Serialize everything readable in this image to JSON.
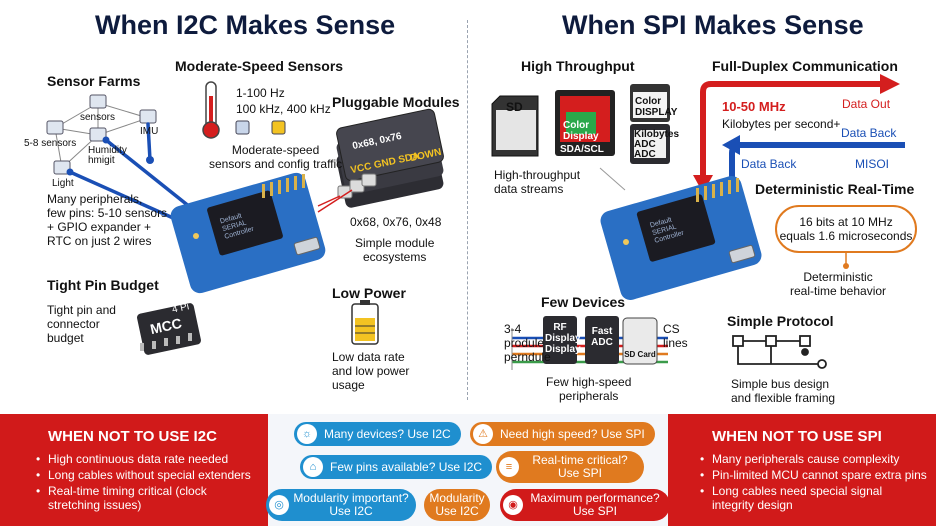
{
  "titles": {
    "left": "When I2C Makes Sense",
    "right": "When SPI Makes Sense"
  },
  "i2c": {
    "sensor_farms": {
      "heading": "Sensor Farms",
      "labels": [
        "sensors",
        "IMU",
        "5-8 sensors",
        "Humidity",
        "hmigit",
        "Light"
      ],
      "desc": [
        "Many peripherals,",
        "few pins: 5-10 sensors",
        "+ GPIO expander +",
        "RTC on just 2 wires"
      ]
    },
    "moderate": {
      "heading": "Moderate-Speed Sensors",
      "freq1": "1-100 Hz",
      "freq2": "100 kHz, 400 kHz",
      "desc": [
        "Moderate-speed",
        "sensors and config traffic"
      ]
    },
    "pluggable": {
      "heading": "Pluggable Modules",
      "card_labels": [
        "0x68, 0x76",
        "VCC GND SDA",
        "DOWN"
      ],
      "addresses": "0x68, 0x76, 0x48",
      "desc": [
        "Simple module",
        "ecosystems"
      ]
    },
    "tight_pin": {
      "heading": "Tight Pin Budget",
      "desc": [
        "Tight pin and",
        "connector",
        "budget"
      ],
      "chip_label": "MCC",
      "chip_pins": "4 Pi"
    },
    "low_power": {
      "heading": "Low Power",
      "desc": [
        "Low data rate",
        "and low power",
        "usage"
      ]
    }
  },
  "spi": {
    "throughput": {
      "heading": "High Throughput",
      "sd": "SD",
      "color_display": [
        "Color",
        "Display"
      ],
      "sda_scl": "SDA/SCL",
      "color_display2": [
        "Color",
        "DISPLAY"
      ],
      "kilobytes_adc": [
        "Kilobytes",
        "ADC",
        "ADC"
      ],
      "desc": [
        "High-throughput",
        "data streams"
      ]
    },
    "duplex": {
      "heading": "Full-Duplex Communication",
      "speed": "10-50 MHz",
      "kbps": "Kilobytes per second+",
      "data_out": "Data Out",
      "data_back1": "Data Back",
      "data_back2": "Data Back",
      "miso": "MISOI"
    },
    "deterministic": {
      "heading": "Deterministic Real-Time",
      "bubble": [
        "16 bits at 10 MHz",
        "equals 1.6 microseconds"
      ],
      "desc": [
        "Deterministic",
        "real-time behavior"
      ]
    },
    "few_devices": {
      "heading": "Few Devices",
      "side": [
        "3-4",
        "produle",
        "perndule"
      ],
      "modules": [
        [
          "RF",
          "Display",
          "Display"
        ],
        [
          "Fast",
          "ADC"
        ],
        [
          "SD Card"
        ]
      ],
      "cs": [
        "CS",
        "lines"
      ],
      "desc": [
        "Few high-speed",
        "peripherals"
      ]
    },
    "simple": {
      "heading": "Simple Protocol",
      "desc": [
        "Simple bus design",
        "and flexible framing"
      ]
    }
  },
  "mcu": {
    "label": [
      "Default",
      "SERIAL",
      "Controller"
    ]
  },
  "banner": {
    "left": {
      "heading": "WHEN NOT TO USE I2C",
      "items": [
        "High continuous data rate needed",
        "Long cables without special extenders",
        "Real-time timing critical (clock",
        "stretching issues)"
      ]
    },
    "right": {
      "heading": "WHEN NOT TO USE SPI",
      "items": [
        "Many peripherals cause complexity",
        "Pin-limited MCU cannot spare extra pins",
        "Long cables need special signal",
        "integrity design"
      ]
    },
    "pills": {
      "p1": "Many devices? Use I2C",
      "p2": "Need high speed? Use SPI",
      "p3": "Few pins available? Use I2C",
      "p4a": "Real-time critical?",
      "p4b": "Use SPI",
      "p5a": "Modularity important?",
      "p5b": "Use I2C",
      "p6a": "Modularity",
      "p6b": "Use I2C",
      "p7a": "Maximum performance?",
      "p7b": "Use SPI"
    }
  },
  "colors": {
    "i2c_blue": "#1a4fb5",
    "spi_red": "#d41e1e",
    "banner_red": "#d11a1a",
    "pill_blue": "#1f8fcf",
    "pill_orange": "#e07a1f",
    "mcu_blue": "#2a6fc4"
  }
}
